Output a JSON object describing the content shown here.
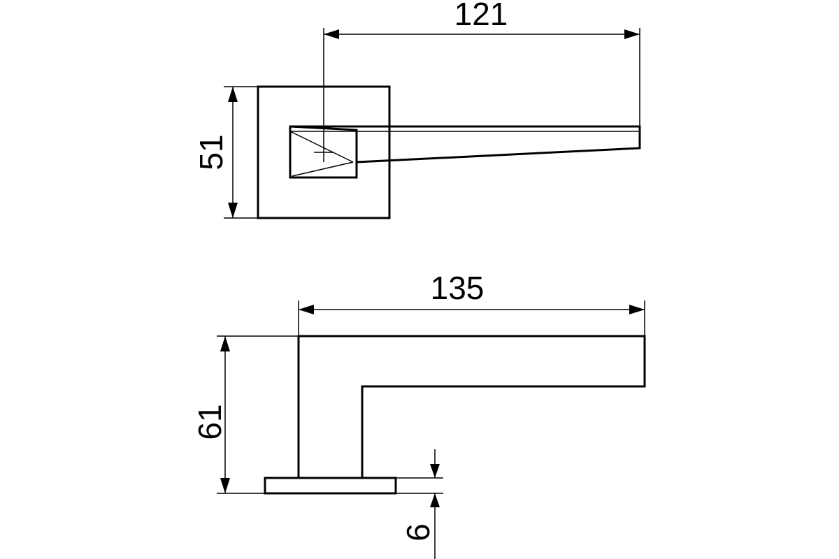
{
  "dimensions": {
    "top_view_length": "121",
    "top_view_rose_height": "51",
    "side_view_length": "135",
    "side_view_height": "61",
    "rose_thickness": "6"
  },
  "colors": {
    "line": "#000000",
    "background": "#ffffff"
  }
}
